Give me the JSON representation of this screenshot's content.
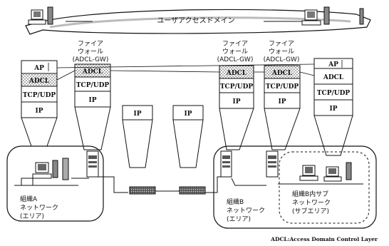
{
  "domain_label": "ユーザアクセスドメイン",
  "firewall_label_1": [
    "ファイア",
    "ウォール",
    "(ADCL-GW)"
  ],
  "firewall_label_2": [
    "ファイア",
    "ウォール",
    "(ADCL-GW)"
  ],
  "firewall_label_3": [
    "ファイア",
    "ウォール",
    "(ADCL-GW)"
  ],
  "stack_left": [
    "AP",
    "ADCL",
    "TCP/UDP",
    "IP"
  ],
  "stack_fw1": [
    "ADCL",
    "TCP/UDP",
    "IP"
  ],
  "stack_fw2": [
    "ADCL",
    "TCP/UDP",
    "IP"
  ],
  "stack_fw3": [
    "ADCL",
    "TCP/UDP",
    "IP"
  ],
  "stack_right": [
    "AP",
    "ADCL",
    "TCP/UDP",
    "IP"
  ],
  "router_ip_1": "IP",
  "router_ip_2": "IP",
  "network_a": [
    "組織A",
    "ネットワーク",
    "(エリア)"
  ],
  "network_b": [
    "組織B",
    "ネットワーク",
    "(エリア)"
  ],
  "subnet_b": [
    "組織B内サブ",
    "ネットワーク",
    "(サブエリア)"
  ],
  "footnote": "ADCL:Access Domain Control Layer",
  "colors": {
    "line": "#111111",
    "hatch": "#9a9a9a",
    "fill_light": "#f2f2f2"
  }
}
